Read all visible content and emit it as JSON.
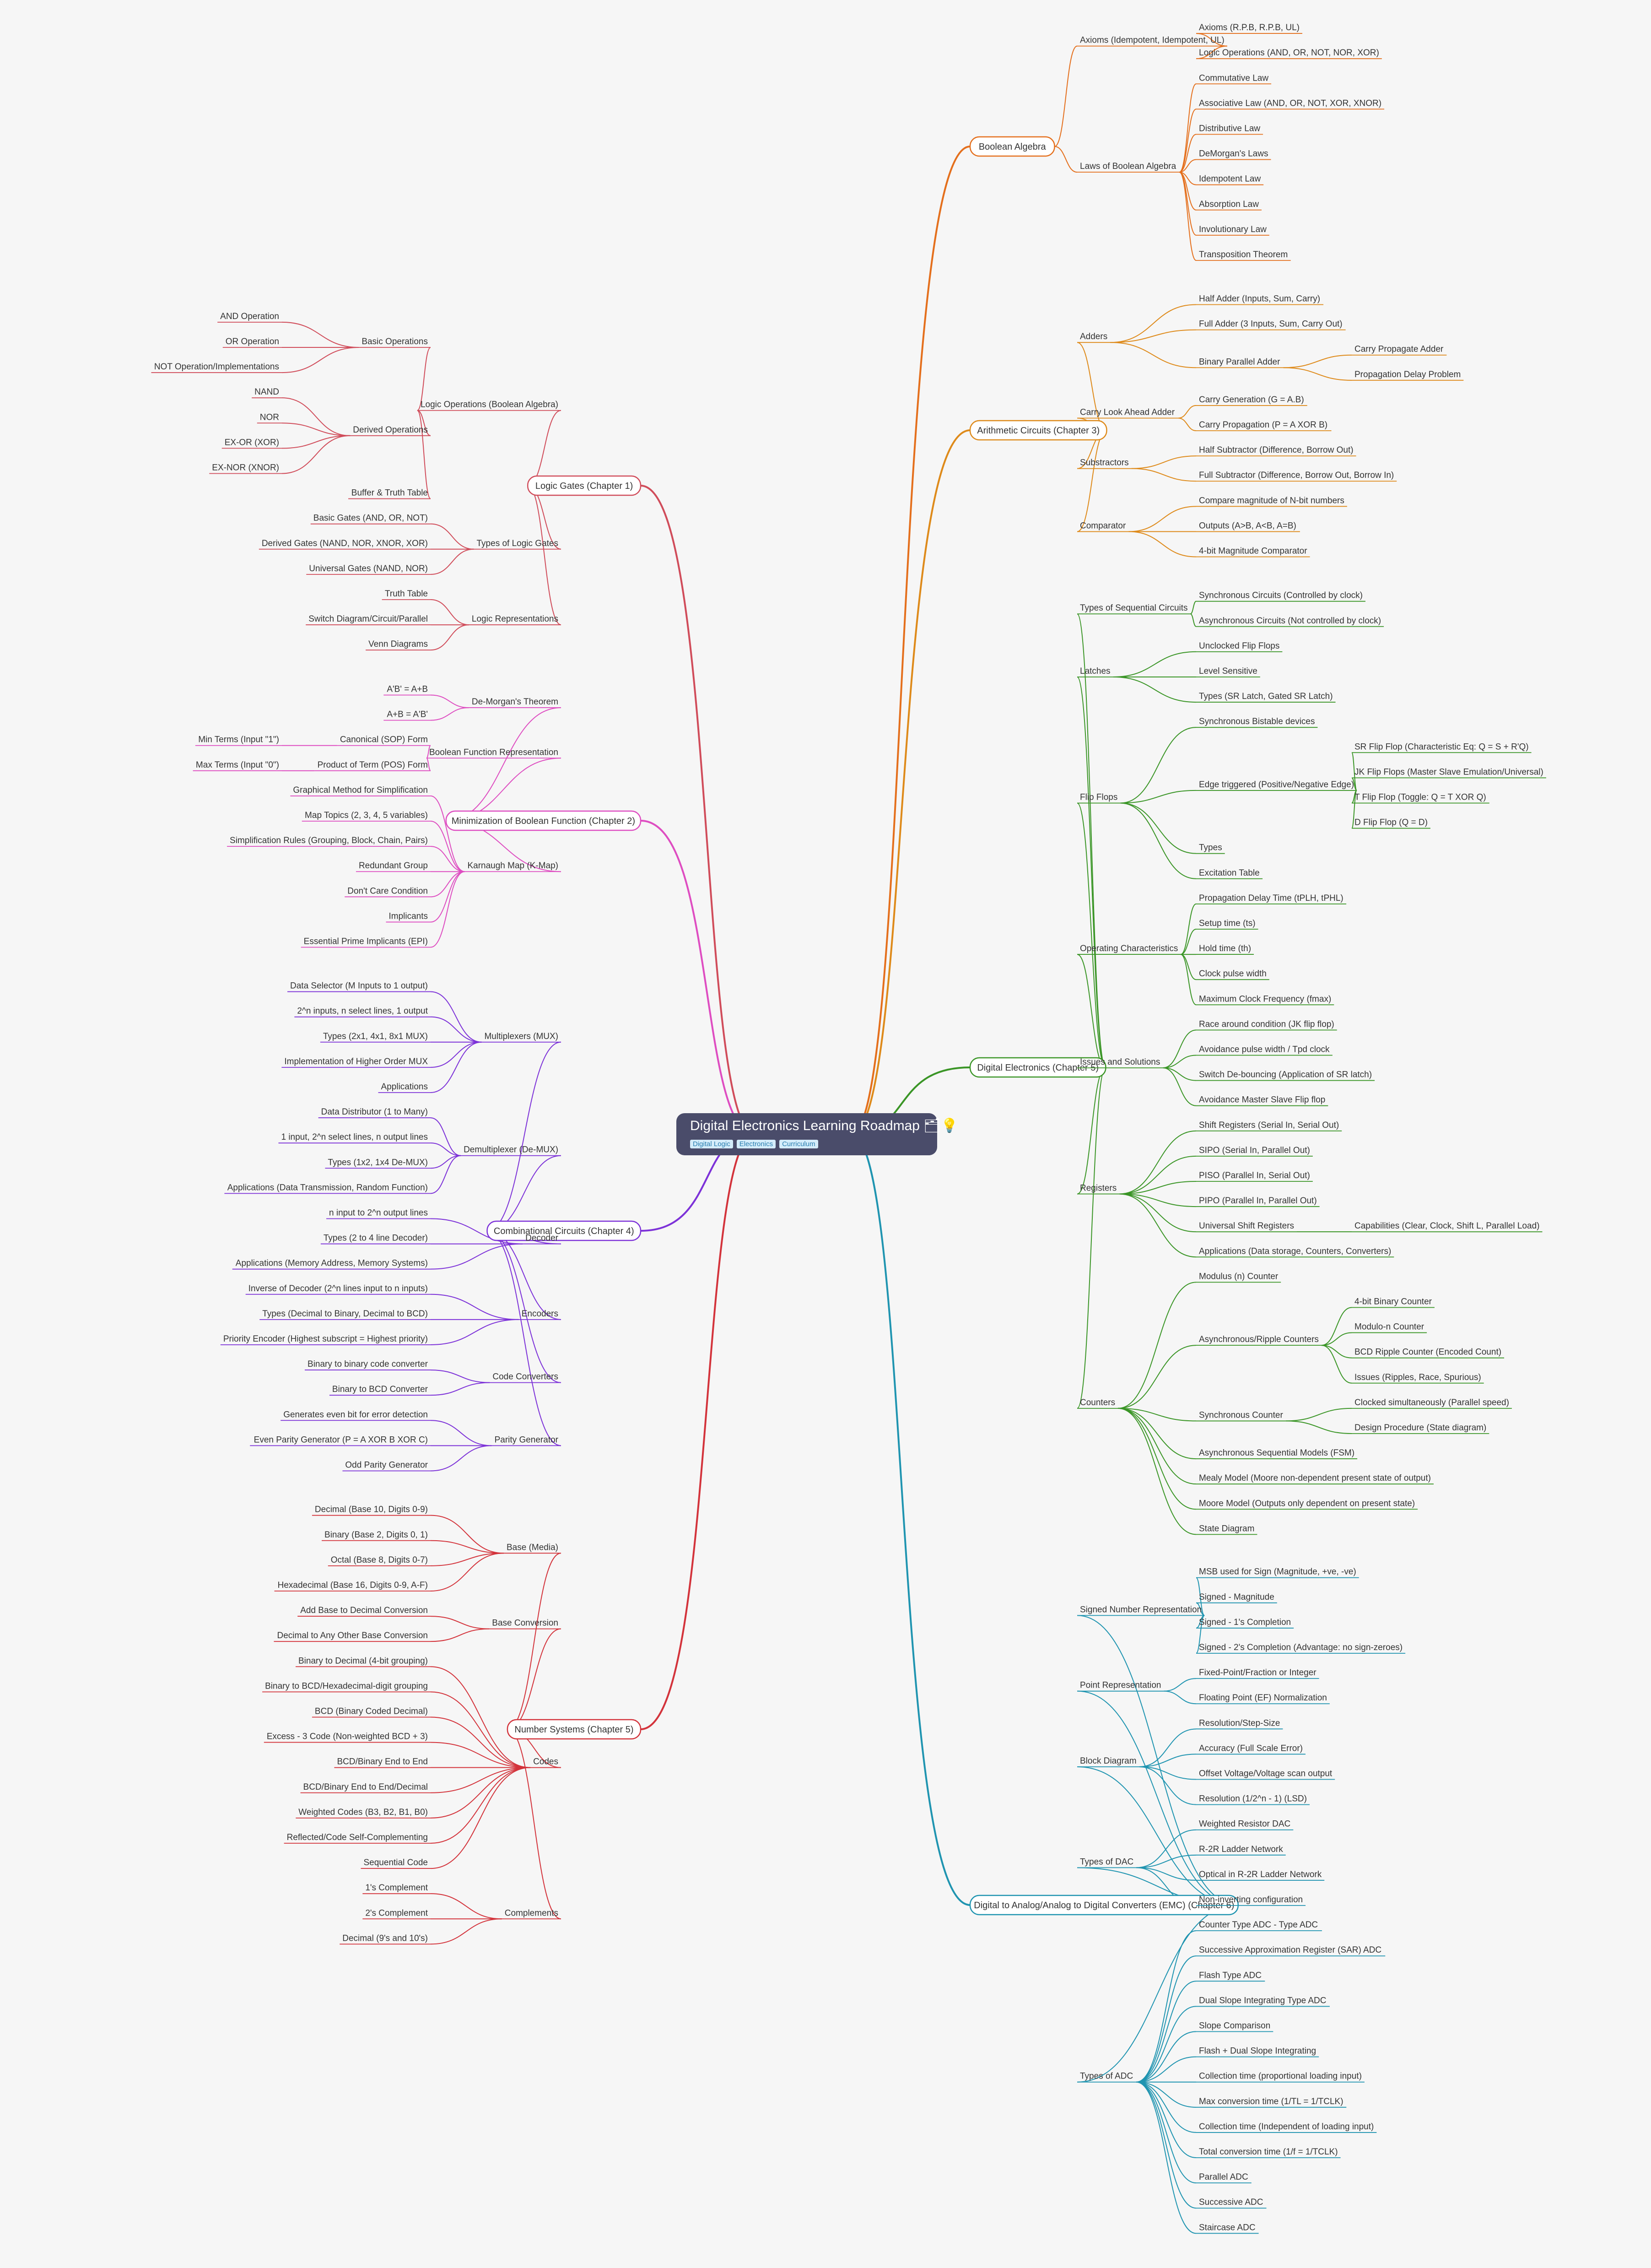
{
  "root": {
    "title": "Digital Electronics Learning Roadmap 🗂💡",
    "tags": [
      "Digital Logic",
      "Electronics",
      "Curriculum"
    ]
  },
  "branches": [
    {
      "label": "Boolean Algebra",
      "side": "right",
      "color": "#e46f1c",
      "children": [
        {
          "label": "Axioms (Idempotent, Idempotent, UL)",
          "children": [
            {
              "label": "Axioms (R.P.B, R.P.B, UL)"
            },
            {
              "label": "Logic Operations (AND, OR, NOT, NOR, XOR)"
            }
          ]
        },
        {
          "label": "Laws of Boolean Algebra",
          "children": [
            {
              "label": "Commutative Law"
            },
            {
              "label": "Associative Law (AND, OR, NOT, XOR, XNOR)"
            },
            {
              "label": "Distributive Law"
            },
            {
              "label": "DeMorgan's Laws"
            },
            {
              "label": "Idempotent Law"
            },
            {
              "label": "Absorption Law"
            },
            {
              "label": "Involutionary Law"
            },
            {
              "label": "Transposition Theorem"
            }
          ]
        }
      ]
    },
    {
      "label": "Arithmetic Circuits (Chapter 3)",
      "side": "right",
      "color": "#de8a1a",
      "children": [
        {
          "label": "Adders",
          "children": [
            {
              "label": "Half Adder (Inputs, Sum, Carry)"
            },
            {
              "label": "Full Adder (3 Inputs, Sum, Carry Out)"
            },
            {
              "label": "Binary Parallel Adder",
              "children": [
                {
                  "label": "Carry Propagate Adder"
                },
                {
                  "label": "Propagation Delay Problem"
                }
              ]
            }
          ]
        },
        {
          "label": "Carry Look Ahead Adder",
          "children": [
            {
              "label": "Carry Generation (G = A.B)"
            },
            {
              "label": "Carry Propagation (P = A XOR B)"
            }
          ]
        },
        {
          "label": "Substractors",
          "children": [
            {
              "label": "Half Subtractor (Difference, Borrow Out)"
            },
            {
              "label": "Full Subtractor (Difference, Borrow Out, Borrow In)"
            }
          ]
        },
        {
          "label": "Comparator",
          "children": [
            {
              "label": "Compare magnitude of N-bit numbers"
            },
            {
              "label": "Outputs (A>B, A<B, A=B)"
            },
            {
              "label": "4-bit Magnitude Comparator"
            }
          ]
        }
      ]
    },
    {
      "label": "Digital Electronics (Chapter 5)",
      "side": "right",
      "color": "#3a9526",
      "children": [
        {
          "label": "Types of Sequential Circuits",
          "children": [
            {
              "label": "Synchronous Circuits (Controlled by clock)"
            },
            {
              "label": "Asynchronous Circuits (Not controlled by clock)"
            }
          ]
        },
        {
          "label": "Latches",
          "children": [
            {
              "label": "Unclocked Flip Flops"
            },
            {
              "label": "Level Sensitive"
            },
            {
              "label": "Types (SR Latch, Gated SR Latch)"
            }
          ]
        },
        {
          "label": "Flip Flops",
          "children": [
            {
              "label": "Synchronous Bistable devices"
            },
            {
              "label": "Edge triggered (Positive/Negative Edge)",
              "children": [
                {
                  "label": "SR Flip Flop (Characteristic Eq: Q = S + R'Q)"
                },
                {
                  "label": "JK Flip Flops (Master Slave Emulation/Universal)"
                },
                {
                  "label": "T Flip Flop (Toggle: Q = T XOR Q)"
                },
                {
                  "label": "D Flip Flop (Q = D)"
                }
              ]
            },
            {
              "label": "Types"
            },
            {
              "label": "Excitation Table"
            }
          ]
        },
        {
          "label": "Operating Characteristics",
          "children": [
            {
              "label": "Propagation Delay Time (tPLH, tPHL)"
            },
            {
              "label": "Setup time (ts)"
            },
            {
              "label": "Hold time (th)"
            },
            {
              "label": "Clock pulse width"
            },
            {
              "label": "Maximum Clock Frequency (fmax)"
            }
          ]
        },
        {
          "label": "Issues and Solutions",
          "children": [
            {
              "label": "Race around condition (JK flip flop)"
            },
            {
              "label": "Avoidance pulse width / Tpd clock"
            },
            {
              "label": "Switch De-bouncing (Application of SR latch)"
            },
            {
              "label": "Avoidance Master Slave Flip flop"
            }
          ]
        },
        {
          "label": "Registers",
          "children": [
            {
              "label": "Shift Registers (Serial In, Serial Out)"
            },
            {
              "label": "SIPO (Serial In, Parallel Out)"
            },
            {
              "label": "PISO (Parallel In, Serial Out)"
            },
            {
              "label": "PIPO (Parallel In, Parallel Out)"
            },
            {
              "label": "Universal Shift Registers",
              "children": [
                {
                  "label": "Capabilities (Clear, Clock, Shift L, Parallel Load)"
                }
              ]
            },
            {
              "label": "Applications (Data storage, Counters, Converters)"
            }
          ]
        },
        {
          "label": "Counters",
          "children": [
            {
              "label": "Modulus (n) Counter"
            },
            {
              "label": "Asynchronous/Ripple Counters",
              "children": [
                {
                  "label": "4-bit Binary Counter"
                },
                {
                  "label": "Modulo-n Counter"
                },
                {
                  "label": "BCD Ripple Counter (Encoded Count)"
                },
                {
                  "label": "Issues (Ripples, Race, Spurious)"
                }
              ]
            },
            {
              "label": "Synchronous Counter",
              "children": [
                {
                  "label": "Clocked simultaneously (Parallel speed)"
                },
                {
                  "label": "Design Procedure (State diagram)"
                }
              ]
            },
            {
              "label": "Asynchronous Sequential Models (FSM)"
            },
            {
              "label": "Mealy Model (Moore non-dependent present state of output)"
            },
            {
              "label": "Moore Model (Outputs only dependent on present state)"
            },
            {
              "label": "State Diagram"
            }
          ]
        }
      ]
    },
    {
      "label": "Digital to Analog/Analog to Digital Converters (EMC) (Chapter 6)",
      "side": "right",
      "color": "#1f94b0",
      "children": [
        {
          "label": "Signed Number Representation",
          "children": [
            {
              "label": "MSB used for Sign (Magnitude, +ve, -ve)"
            },
            {
              "label": "Signed - Magnitude"
            },
            {
              "label": "Signed - 1's Completion"
            },
            {
              "label": "Signed - 2's Completion (Advantage: no sign-zeroes)"
            }
          ]
        },
        {
          "label": "Point Representation",
          "children": [
            {
              "label": "Fixed-Point/Fraction or Integer"
            },
            {
              "label": "Floating Point (EF) Normalization"
            }
          ]
        },
        {
          "label": "Block Diagram",
          "children": [
            {
              "label": "Resolution/Step-Size"
            },
            {
              "label": "Accuracy (Full Scale Error)"
            },
            {
              "label": "Offset Voltage/Voltage scan output"
            },
            {
              "label": "Resolution (1/2^n - 1) (LSD)"
            }
          ]
        },
        {
          "label": "Types of DAC",
          "children": [
            {
              "label": "Weighted Resistor DAC"
            },
            {
              "label": "R-2R Ladder Network"
            },
            {
              "label": "Optical in R-2R Ladder Network"
            },
            {
              "label": "Non-inverting configuration"
            }
          ]
        },
        {
          "label": "Types of ADC",
          "children": [
            {
              "label": "Counter Type ADC - Type ADC"
            },
            {
              "label": "Successive Approximation Register (SAR) ADC"
            },
            {
              "label": "Flash Type ADC"
            },
            {
              "label": "Dual Slope Integrating Type ADC"
            },
            {
              "label": "Slope Comparison"
            },
            {
              "label": "Flash + Dual Slope Integrating"
            },
            {
              "label": "Collection time (proportional loading input)"
            },
            {
              "label": "Max conversion time (1/TL = 1/TCLK)"
            },
            {
              "label": "Collection time (Independent of loading input)"
            },
            {
              "label": "Total conversion time (1/f = 1/TCLK)"
            },
            {
              "label": "Parallel ADC"
            },
            {
              "label": "Successive ADC"
            },
            {
              "label": "Staircase ADC"
            }
          ]
        }
      ]
    },
    {
      "label": "Logic Gates (Chapter 1)",
      "side": "left",
      "color": "#d04c5a",
      "children": [
        {
          "label": "Logic Operations (Boolean Algebra)",
          "children": [
            {
              "label": "Basic Operations",
              "children": [
                {
                  "label": "AND Operation"
                },
                {
                  "label": "OR Operation"
                },
                {
                  "label": "NOT Operation/Implementations"
                }
              ]
            },
            {
              "label": "Derived Operations",
              "children": [
                {
                  "label": "NAND"
                },
                {
                  "label": "NOR"
                },
                {
                  "label": "EX-OR (XOR)"
                },
                {
                  "label": "EX-NOR (XNOR)"
                }
              ]
            },
            {
              "label": "Buffer & Truth Table"
            }
          ]
        },
        {
          "label": "Types of Logic Gates",
          "children": [
            {
              "label": "Basic Gates (AND, OR, NOT)"
            },
            {
              "label": "Derived Gates (NAND, NOR, XNOR, XOR)"
            },
            {
              "label": "Universal Gates (NAND, NOR)"
            }
          ]
        },
        {
          "label": "Logic Representations",
          "children": [
            {
              "label": "Truth Table"
            },
            {
              "label": "Switch Diagram/Circuit/Parallel"
            },
            {
              "label": "Venn Diagrams"
            }
          ]
        }
      ]
    },
    {
      "label": "Minimization of Boolean Function (Chapter 2)",
      "side": "left",
      "color": "#de4dc1",
      "children": [
        {
          "label": "De-Morgan's Theorem",
          "children": [
            {
              "label": "A'B' = A+B"
            },
            {
              "label": "A+B = A'B'"
            }
          ]
        },
        {
          "label": "Boolean Function Representation",
          "children": [
            {
              "label": "Canonical (SOP) Form",
              "children": [
                {
                  "label": "Min Terms (Input \"1\")"
                }
              ]
            },
            {
              "label": "Product of Term (POS) Form",
              "children": [
                {
                  "label": "Max Terms (Input \"0\")"
                }
              ]
            }
          ]
        },
        {
          "label": "Karnaugh Map (K-Map)",
          "children": [
            {
              "label": "Graphical Method for Simplification"
            },
            {
              "label": "Map Topics (2, 3, 4, 5 variables)"
            },
            {
              "label": "Simplification Rules (Grouping, Block, Chain, Pairs)"
            },
            {
              "label": "Redundant Group"
            },
            {
              "label": "Don't Care Condition"
            },
            {
              "label": "Implicants"
            },
            {
              "label": "Essential Prime Implicants (EPI)"
            }
          ]
        }
      ]
    },
    {
      "label": "Combinational Circuits (Chapter 4)",
      "side": "left",
      "color": "#7d32d8",
      "children": [
        {
          "label": "Multiplexers (MUX)",
          "children": [
            {
              "label": "Data Selector (M Inputs to 1 output)"
            },
            {
              "label": "2^n inputs, n select lines, 1 output"
            },
            {
              "label": "Types (2x1, 4x1, 8x1 MUX)"
            },
            {
              "label": "Implementation of Higher Order MUX"
            },
            {
              "label": "Applications"
            }
          ]
        },
        {
          "label": "Demultiplexer (De-MUX)",
          "children": [
            {
              "label": "Data Distributor (1 to Many)"
            },
            {
              "label": "1 input, 2^n select lines, n output lines"
            },
            {
              "label": "Types (1x2, 1x4 De-MUX)"
            },
            {
              "label": "Applications (Data Transmission, Random Function)"
            }
          ]
        },
        {
          "label": "Decoder",
          "children": [
            {
              "label": "n input to 2^n output lines"
            },
            {
              "label": "Types (2 to 4 line Decoder)"
            },
            {
              "label": "Applications (Memory Address, Memory Systems)"
            }
          ]
        },
        {
          "label": "Encoders",
          "children": [
            {
              "label": "Inverse of Decoder (2^n lines input to n inputs)"
            },
            {
              "label": "Types (Decimal to Binary, Decimal to BCD)"
            },
            {
              "label": "Priority Encoder (Highest subscript = Highest priority)"
            }
          ]
        },
        {
          "label": "Code Converters",
          "children": [
            {
              "label": "Binary to binary code converter"
            },
            {
              "label": "Binary to BCD Converter"
            }
          ]
        },
        {
          "label": "Parity Generator",
          "children": [
            {
              "label": "Generates even bit for error detection"
            },
            {
              "label": "Even Parity Generator (P = A XOR B XOR C)"
            },
            {
              "label": "Odd Parity Generator"
            }
          ]
        }
      ]
    },
    {
      "label": "Number Systems (Chapter 5)",
      "side": "left",
      "color": "#d3333b",
      "children": [
        {
          "label": "Base (Media)",
          "children": [
            {
              "label": "Decimal (Base 10, Digits 0-9)"
            },
            {
              "label": "Binary (Base 2, Digits 0, 1)"
            },
            {
              "label": "Octal (Base 8, Digits 0-7)"
            },
            {
              "label": "Hexadecimal (Base 16, Digits 0-9, A-F)"
            }
          ]
        },
        {
          "label": "Base Conversion",
          "children": [
            {
              "label": "Add Base to Decimal Conversion"
            },
            {
              "label": "Decimal to Any Other Base Conversion"
            }
          ]
        },
        {
          "label": "Codes",
          "children": [
            {
              "label": "Binary to Decimal (4-bit grouping)"
            },
            {
              "label": "Binary to BCD/Hexadecimal-digit grouping"
            },
            {
              "label": "BCD (Binary Coded Decimal)"
            },
            {
              "label": "Excess - 3 Code (Non-weighted BCD + 3)"
            },
            {
              "label": "BCD/Binary End to End"
            },
            {
              "label": "BCD/Binary End to End/Decimal"
            },
            {
              "label": "Weighted Codes (B3, B2, B1, B0)"
            },
            {
              "label": "Reflected/Code Self-Complementing"
            },
            {
              "label": "Sequential Code"
            }
          ]
        },
        {
          "label": "Complements",
          "children": [
            {
              "label": "1's Complement"
            },
            {
              "label": "2's Complement"
            },
            {
              "label": "Decimal (9's and 10's)"
            }
          ]
        }
      ]
    }
  ]
}
